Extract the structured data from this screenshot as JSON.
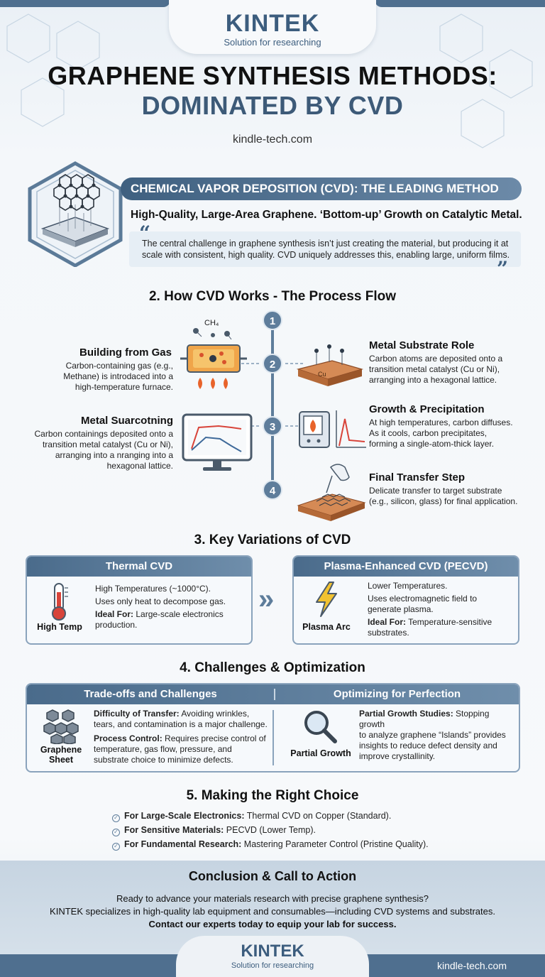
{
  "header": {
    "brand": "KINTEK",
    "brand_sub": "Solution for researching",
    "title_line1": "GRAPHENE SYNTHESIS METHODS:",
    "title_line2": "DOMINATED BY CVD",
    "site": "kindle-tech.com"
  },
  "cvd": {
    "banner": "CHEMICAL VAPOR DEPOSITION (CVD): THE LEADING METHOD",
    "subtitle": "High-Quality, Large-Area Graphene. ‘Bottom-up’ Growth on Catalytic Metal.",
    "quote_line1": "The central challenge in graphene synthesis isn’t just creating the material, but producing it at",
    "quote_line2": "scale with consistent, high quality. CVD uniquely addresses this, enabling large, uniform films."
  },
  "process": {
    "heading": "2. How CVD Works - The Process Flow",
    "gas_formula": "CH₄",
    "substrate_label": "Cu",
    "steps": [
      {
        "num": "1"
      },
      {
        "num": "2",
        "left_title": "Building from Gas",
        "left_lines": [
          "Carbon-containing gas (e.g.,",
          "Methane) is introdaced into a",
          "high-temperature furnace."
        ],
        "right_title": "Metal Substrate Role",
        "right_lines": [
          "Carbon atoms are deposited onto a",
          "transition metal catalyst (Cu or Ni),",
          "arranging into a hexagonal lattice."
        ]
      },
      {
        "num": "3",
        "left_title": "Metal Suarcotning",
        "left_lines": [
          "Carbon containings deposited onto a",
          "transition metal catalyst (Cu or Ni),",
          "arranging into a nranging into a",
          "hexagonal lattice."
        ],
        "right_title": "Growth & Precipitation",
        "right_lines": [
          "At high temperatures, carbon diffuses.",
          "As it cools, carbon precipitates,",
          "forming a single-atom-thick layer."
        ]
      },
      {
        "num": "4",
        "right_title": "Final Transfer Step",
        "right_lines": [
          "Delicate transfer to target substrate",
          "(e.g., silicon, glass) for final application."
        ]
      }
    ]
  },
  "variations": {
    "heading": "3. Key Variations of CVD",
    "thermal": {
      "title": "Thermal CVD",
      "icon_label": "High Temp",
      "line1": "High Temperatures (~1000°C).",
      "line2": "Uses only heat to decompose gas.",
      "ideal_label": "Ideal For:",
      "ideal_text": " Large-scale electronics",
      "ideal_text2": "production."
    },
    "pecvd": {
      "title": "Plasma-Enhanced CVD (PECVD)",
      "icon_label": "Plasma Arc",
      "line1": "Lower Temperatures.",
      "line2": "Uses electromagnetic field to",
      "line3": "generate plasma.",
      "ideal_label": "Ideal For:",
      "ideal_text": " Temperature-sensitive",
      "ideal_text2": "substrates."
    }
  },
  "challenges": {
    "heading": "4. Challenges & Optimization",
    "left_title": "Trade-offs and Challenges",
    "right_title": "Optimizing for Perfection",
    "left_icon_label1": "Graphene",
    "left_icon_label2": "Sheet",
    "transfer_label": "Difficulty of Transfer:",
    "transfer_text1": " Avoiding wrinkles,",
    "transfer_text2": "tears, and contamination is a major challenge.",
    "control_label": "Process Control:",
    "control_text1": " Requires precise control of",
    "control_text2": "temperature, gas flow, pressure, and",
    "control_text3": "substrate choice to minimize defects.",
    "right_icon_label": "Partial Growth",
    "partial_label": "Partial Growth Studies:",
    "partial_text1": " Stopping growth",
    "partial_text2": "to analyze graphene “Islands” provides",
    "partial_text3": "insights to reduce defect density and",
    "partial_text4": "improve crystallinity."
  },
  "choice": {
    "heading": "5. Making the Right Choice",
    "items": [
      {
        "label": "For Large-Scale Electronics:",
        "text": " Thermal CVD on Copper (Standard)."
      },
      {
        "label": "For Sensitive Materials:",
        "text": " PECVD (Lower Temp)."
      },
      {
        "label": "For Fundamental Research:",
        "text": " Mastering Parameter Control (Pristine Quality)."
      }
    ]
  },
  "conclusion": {
    "title": "Conclusion & Call to Action",
    "line1": "Ready to advance your materials research with precise graphene synthesis?",
    "line2": "KINTEK specializes in high-quality lab equipment and consumables—including CVD systems and substrates.",
    "line3": "Contact our experts today to equip your lab for success."
  },
  "footer": {
    "brand": "KINTEK",
    "brand_sub": "Solution for researching",
    "site": "kindle-tech.com"
  },
  "colors": {
    "accent": "#4f6f8f",
    "heading_blue": "#3d5a78",
    "copper": "#c8794a",
    "flame": "#e8632a"
  }
}
